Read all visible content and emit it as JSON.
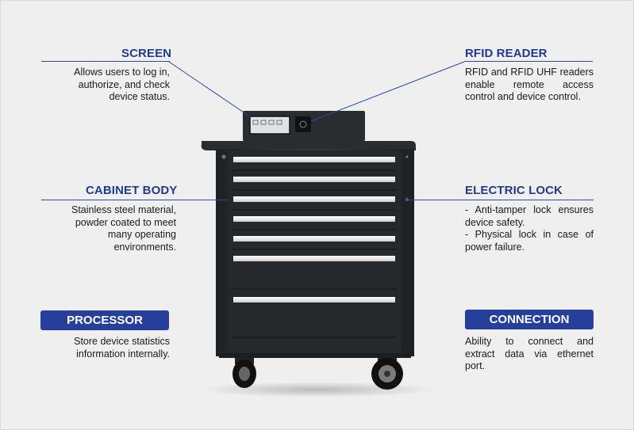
{
  "features": {
    "screen": {
      "title": "SCREEN",
      "lines": [
        "Allows users to log in,",
        "authorize, and check",
        "device status."
      ]
    },
    "rfid_reader": {
      "title": "RFID READER",
      "lines": [
        "RFID and RFID UHF readers",
        "enable remote access",
        "control and device control."
      ]
    },
    "cabinet_body": {
      "title": "CABINET BODY",
      "lines": [
        "Stainless steel material,",
        "powder coated to meet",
        "many operating",
        "environments."
      ]
    },
    "electric_lock": {
      "title": "ELECTRIC LOCK",
      "lines": [
        "- Anti-tamper lock ensures",
        "device safety.",
        "- Physical lock in case of",
        "power failure."
      ]
    },
    "processor": {
      "title": "PROCESSOR",
      "lines": [
        "Store device statistics",
        "information internally."
      ]
    },
    "connection": {
      "title": "CONNECTION",
      "lines": [
        "Ability to connect and",
        "extract data via ethernet",
        "port."
      ]
    }
  },
  "colors": {
    "accent": "#263f9a",
    "cabinet": "#2b2f33",
    "drawer_strip": "#f4f4f4"
  }
}
